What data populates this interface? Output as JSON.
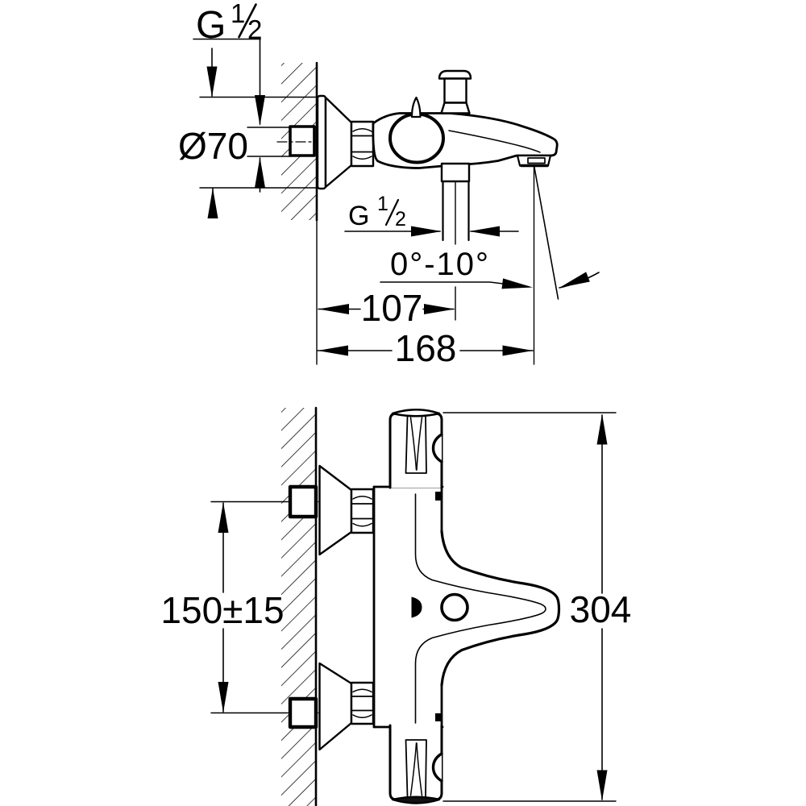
{
  "drawing": {
    "background": "#ffffff",
    "line_color": "#000000",
    "views": {
      "side_view": "wall-mounted bath mixer, side elevation",
      "front_view": "wall-mounted bath mixer, front elevation"
    },
    "dimensions": {
      "wall_thread": {
        "symbol": "G",
        "numerator": "1",
        "denominator": "2"
      },
      "escutcheon_diameter": "Ø70",
      "shower_outlet_thread": {
        "symbol": "G",
        "numerator": "1",
        "denominator": "2"
      },
      "spout_angle": "0°-10°",
      "shower_outlet_offset": "107",
      "spout_reach": "168",
      "connection_distance": "150±15",
      "total_height": "304"
    }
  }
}
